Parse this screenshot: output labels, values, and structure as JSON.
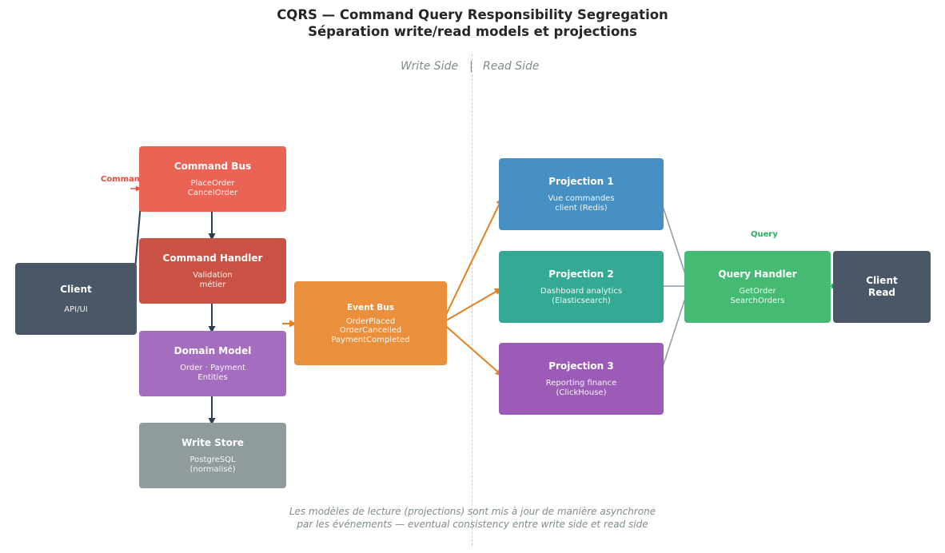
{
  "title": {
    "line1": "CQRS — Command Query Responsibility Segregation",
    "line2": "Séparation write/read models et projections"
  },
  "sides": {
    "write": "Write Side",
    "sep": "|",
    "read": "Read Side"
  },
  "nodes": {
    "client": {
      "title": "Client",
      "sub": "API/UI",
      "color": "#4a5766"
    },
    "command_bus": {
      "title": "Command Bus",
      "sub": "PlaceOrder\nCancelOrder",
      "color": "#e96454"
    },
    "command_handler": {
      "title": "Command Handler",
      "sub": "Validation\nmétier",
      "color": "#c95245"
    },
    "domain_model": {
      "title": "Domain Model",
      "sub": "Order · Payment\nEntities",
      "color": "#a56dbf"
    },
    "write_store": {
      "title": "Write Store",
      "sub": "PostgreSQL\n(normalisé)",
      "color": "#8f9b9c"
    },
    "event_bus": {
      "title": "Event Bus",
      "sub": "OrderPlaced\nOrderCancelled\nPaymentCompleted",
      "color": "#ea8f3c"
    },
    "projection1": {
      "title": "Projection 1",
      "sub": "Vue commandes\nclient (Redis)",
      "color": "#4690c4"
    },
    "projection2": {
      "title": "Projection 2",
      "sub": "Dashboard analytics\n(Elasticsearch)",
      "color": "#34aa94"
    },
    "projection3": {
      "title": "Projection 3",
      "sub": "Reporting finance\n(ClickHouse)",
      "color": "#9b5bb7"
    },
    "query_handler": {
      "title": "Query Handler",
      "sub": "GetOrder\nSearchOrders",
      "color": "#44ba73"
    },
    "client_read": {
      "title": "Client\nRead",
      "color": "#4a5766"
    }
  },
  "edge_labels": {
    "command": {
      "text": "Command",
      "color": "#e74c3c"
    },
    "query": {
      "text": "Query",
      "color": "#27ae60"
    }
  },
  "colors": {
    "dark_arrow": "#2c3e50",
    "event_arrow": "#e67e22",
    "gray_line": "#8c99a6",
    "query_arrow": "#27ae60"
  },
  "footer": {
    "line1": "Les modèles de lecture (projections) sont mis à jour de manière asynchrone",
    "line2": "par les événements — eventual consistency entre write side et read side"
  }
}
